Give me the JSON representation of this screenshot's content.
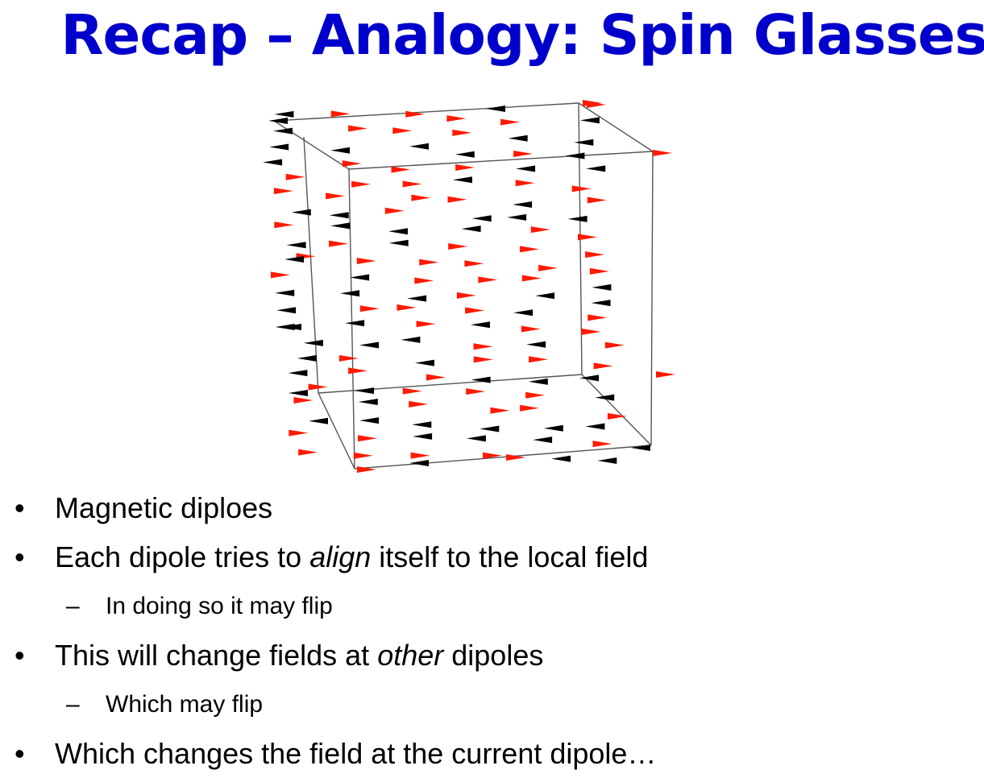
{
  "slide": {
    "title": "Recap – Analogy: Spin Glasses",
    "bullets": [
      {
        "level": 1,
        "marker": "•",
        "parts": [
          {
            "text": "Magnetic diploes"
          }
        ]
      },
      {
        "level": 1,
        "marker": "•",
        "parts": [
          {
            "text": "Each dipole tries to "
          },
          {
            "text": "align",
            "italic": true
          },
          {
            "text": " itself to the local field"
          }
        ]
      },
      {
        "level": 2,
        "marker": "–",
        "parts": [
          {
            "text": "In doing so it may flip"
          }
        ]
      },
      {
        "level": 1,
        "marker": "•",
        "parts": [
          {
            "text": "This will change fields at "
          },
          {
            "text": "other",
            "italic": true
          },
          {
            "text": " dipoles"
          }
        ]
      },
      {
        "level": 2,
        "marker": "–",
        "parts": [
          {
            "text": "Which may flip"
          }
        ]
      },
      {
        "level": 1,
        "marker": "•",
        "parts": [
          {
            "text": "Which changes the field at the current dipole…"
          }
        ]
      }
    ]
  },
  "figure": {
    "colors": {
      "spin_red": "#ff1a00",
      "spin_black": "#000000",
      "edge": "#555555"
    }
  }
}
